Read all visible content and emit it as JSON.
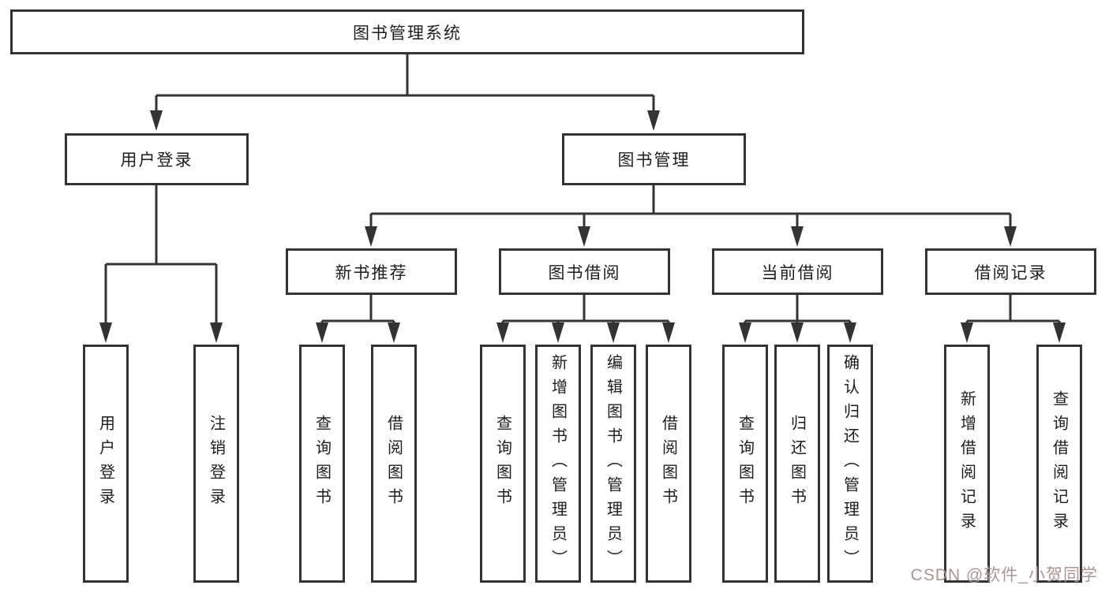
{
  "colors": {
    "line": "#333333",
    "box_border": "#333333",
    "text": "#1d1d1d",
    "background": "#ffffff",
    "watermark": "#ab9595"
  },
  "diagram": {
    "root": {
      "label": "图书管理系统"
    },
    "branches": [
      {
        "label": "用户登录",
        "children": [
          {
            "label": "用户登录"
          },
          {
            "label": "注销登录"
          }
        ]
      },
      {
        "label": "图书管理",
        "children": [
          {
            "label": "新书推荐",
            "children": [
              {
                "label": "查询图书"
              },
              {
                "label": "借阅图书"
              }
            ]
          },
          {
            "label": "图书借阅",
            "children": [
              {
                "label": "查询图书"
              },
              {
                "label": "新增图书（管理员）"
              },
              {
                "label": "编辑图书（管理员）"
              },
              {
                "label": "借阅图书"
              }
            ]
          },
          {
            "label": "当前借阅",
            "children": [
              {
                "label": "查询图书"
              },
              {
                "label": "归还图书"
              },
              {
                "label": "确认归还（管理员）"
              }
            ]
          },
          {
            "label": "借阅记录",
            "children": [
              {
                "label": "新增借阅记录"
              },
              {
                "label": "查询借阅记录"
              }
            ]
          }
        ]
      }
    ]
  },
  "watermark": {
    "text": "CSDN @软件_小贺同学"
  }
}
